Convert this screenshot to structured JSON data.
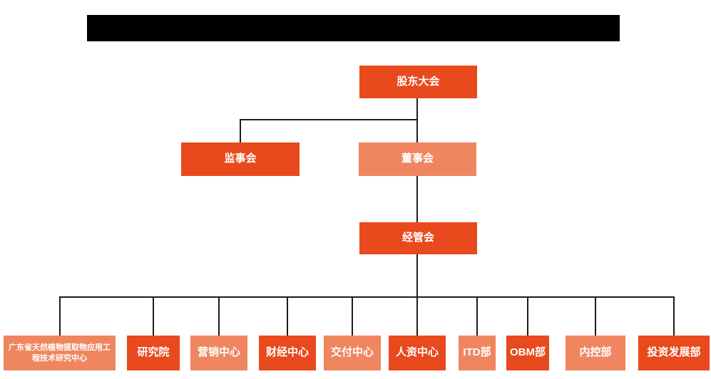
{
  "header": {
    "redacted_title": ""
  },
  "colors": {
    "primary_box": "#e8491d",
    "secondary_box": "#ef8660",
    "connector_line": "#1c1c1c",
    "redaction_bar": "#000000",
    "box_text": "#ffffff",
    "background": "#ffffff"
  },
  "org": {
    "nodes": {
      "shareholders_meeting": "股东大会",
      "supervisory_board": "监事会",
      "board_of_directors": "董事会",
      "management_committee": "经管会"
    },
    "departments": [
      {
        "label": "广东省天然植物提取物应用工程技术研究中心",
        "variant": "secondary"
      },
      {
        "label": "研究院",
        "variant": "primary"
      },
      {
        "label": "营销中心",
        "variant": "secondary"
      },
      {
        "label": "财经中心",
        "variant": "primary"
      },
      {
        "label": "交付中心",
        "variant": "secondary"
      },
      {
        "label": "人资中心",
        "variant": "primary"
      },
      {
        "label": "ITD部",
        "variant": "secondary"
      },
      {
        "label": "OBM部",
        "variant": "primary"
      },
      {
        "label": "内控部",
        "variant": "secondary"
      },
      {
        "label": "投资发展部",
        "variant": "primary"
      }
    ]
  }
}
